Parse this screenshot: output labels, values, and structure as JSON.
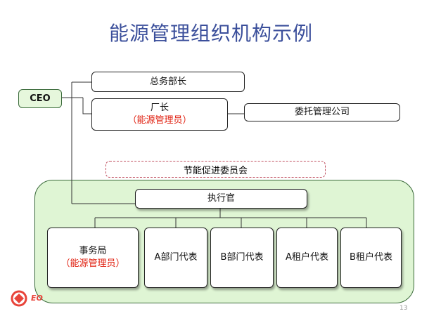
{
  "title": "能源管理组织机构示例",
  "ceo": "CEO",
  "general_manager": "总务部长",
  "factory_manager": {
    "title": "厂长",
    "role": "（能源管理员）"
  },
  "outsourcing": "委托管理公司",
  "committee": "节能促进委员会",
  "executive": "执行官",
  "departments": [
    {
      "name": "事务局",
      "role": "（能源管理员）"
    },
    {
      "name": "A部门代表"
    },
    {
      "name": "B部门代表"
    },
    {
      "name": "A租户代表"
    },
    {
      "name": "B租户代表"
    }
  ],
  "logo_text": "EO",
  "page_number": "13",
  "colors": {
    "title": "#3b4f9b",
    "panel": "#dff5d4",
    "ceo": "#e6f7dc",
    "highlight": "#e02010",
    "committee_border": "#c05060"
  }
}
